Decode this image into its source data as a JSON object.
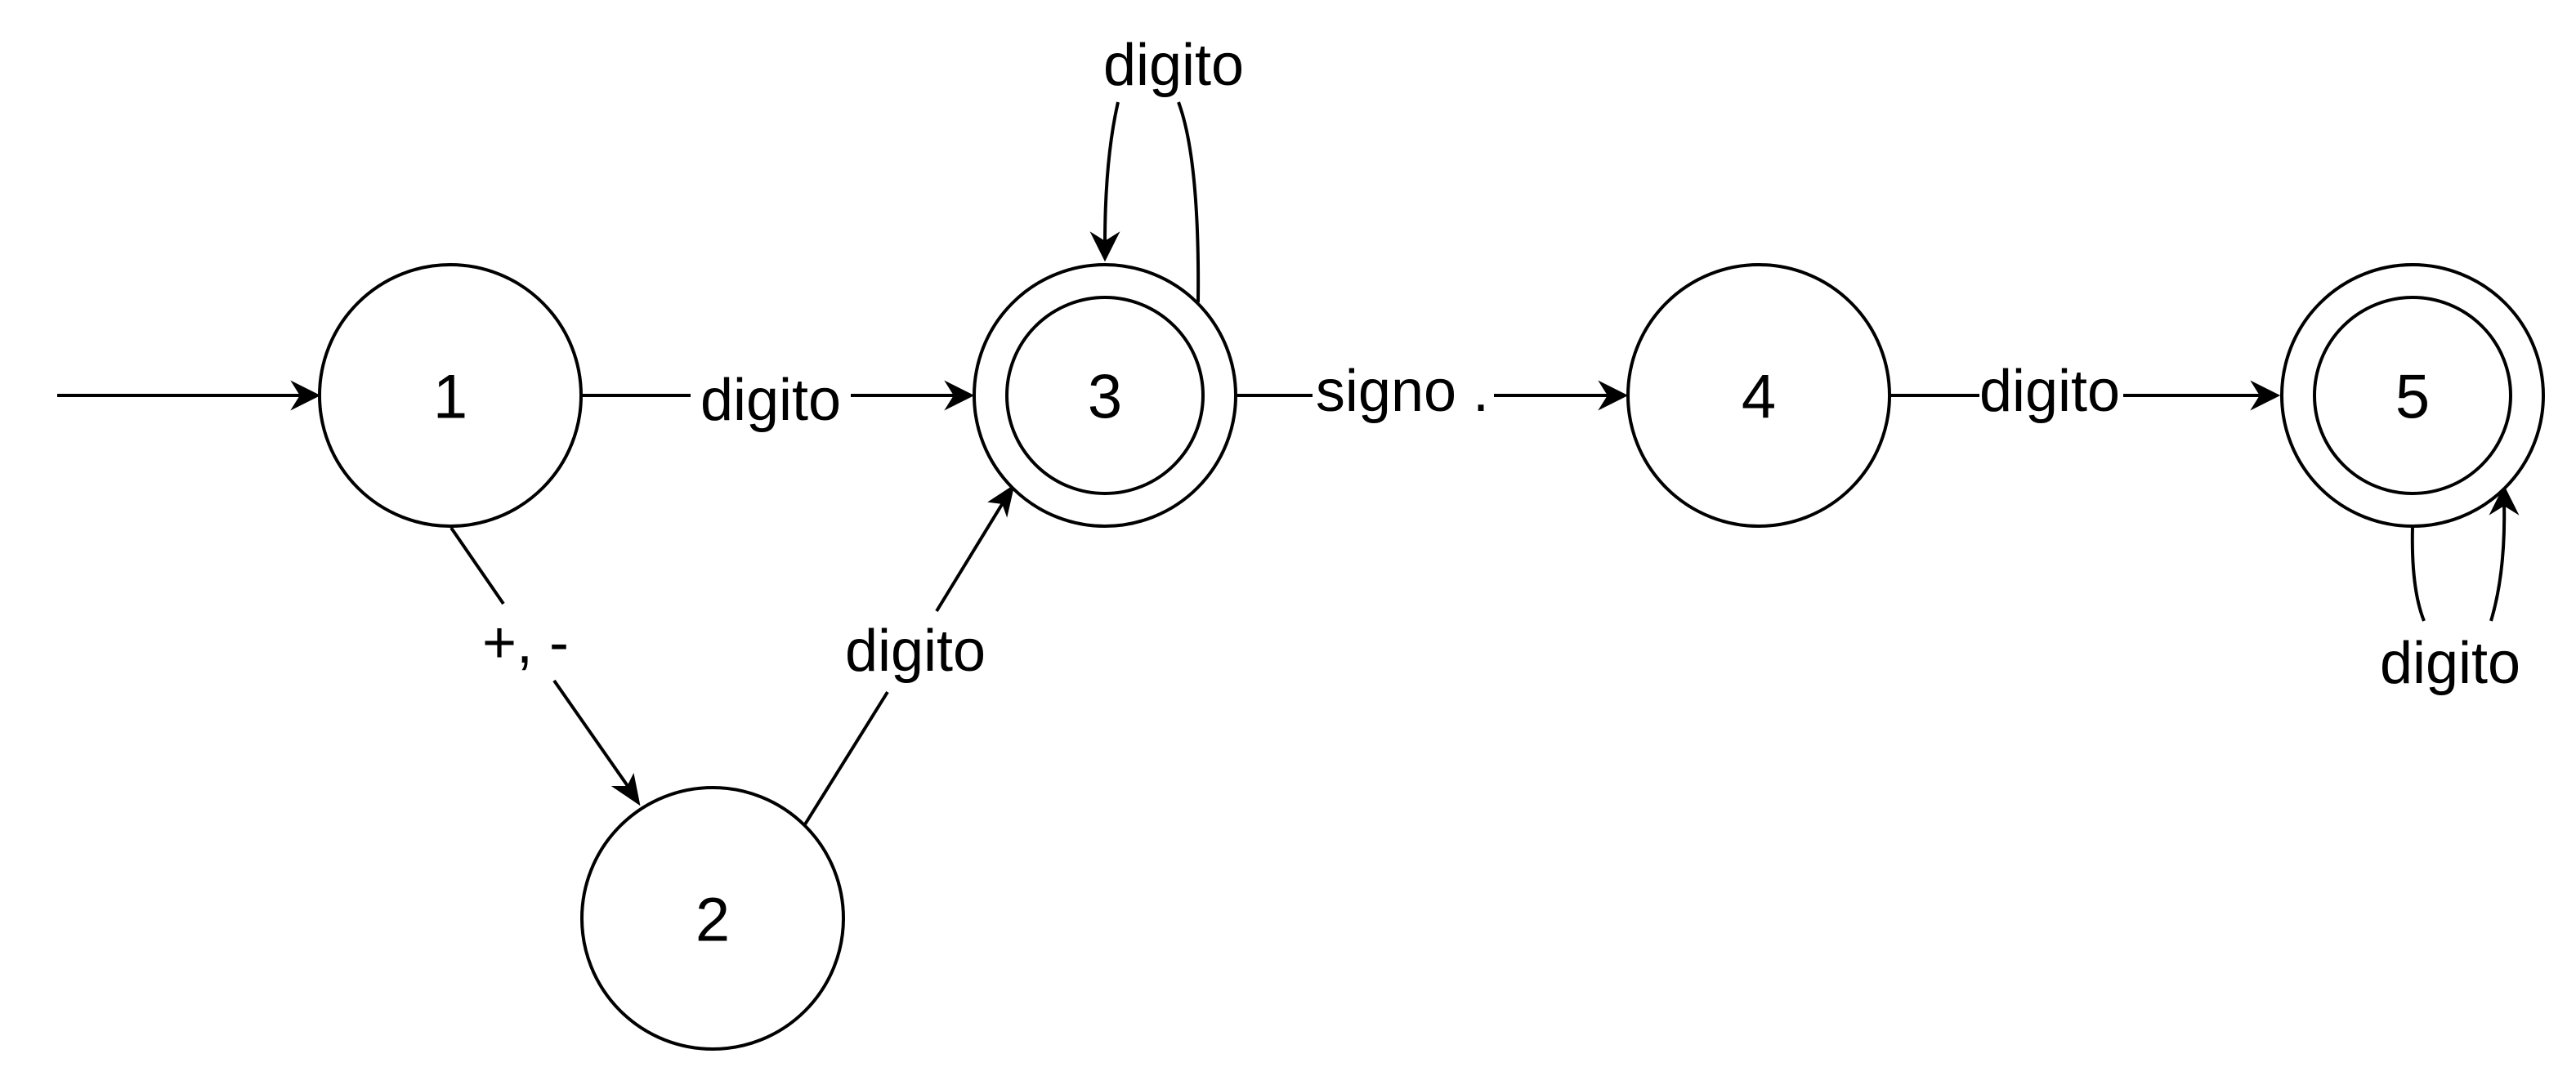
{
  "diagram": {
    "states": [
      {
        "id": "1",
        "label": "1",
        "accepting": false,
        "initial": true
      },
      {
        "id": "2",
        "label": "2",
        "accepting": false,
        "initial": false
      },
      {
        "id": "3",
        "label": "3",
        "accepting": true,
        "initial": false
      },
      {
        "id": "4",
        "label": "4",
        "accepting": false,
        "initial": false
      },
      {
        "id": "5",
        "label": "5",
        "accepting": true,
        "initial": false
      }
    ],
    "transitions": [
      {
        "from": "1",
        "to": "3",
        "label": "digito"
      },
      {
        "from": "1",
        "to": "2",
        "label": "+, -"
      },
      {
        "from": "2",
        "to": "3",
        "label": "digito"
      },
      {
        "from": "3",
        "to": "3",
        "label": "digito"
      },
      {
        "from": "3",
        "to": "4",
        "label": "signo ."
      },
      {
        "from": "4",
        "to": "5",
        "label": "digito"
      },
      {
        "from": "5",
        "to": "5",
        "label": "digito"
      }
    ]
  }
}
